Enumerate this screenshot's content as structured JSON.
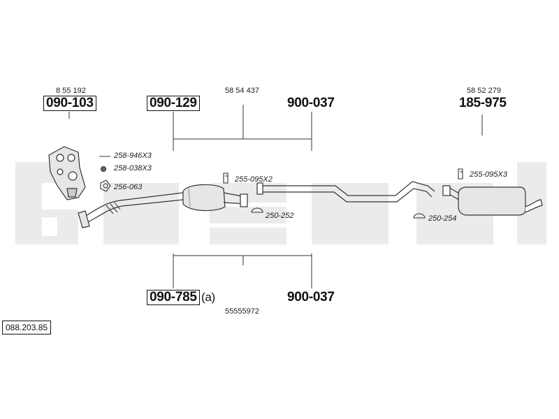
{
  "parts": {
    "manifold_number": "090-103",
    "manifold_oem": "8 55 192",
    "front_pipe_number": "090-129",
    "center_oem": "58 54 437",
    "middle_pipe_top_number": "900-037",
    "rear_number": "185-975",
    "rear_oem": "58 52 279",
    "catalyst_number": "090-785",
    "catalyst_suffix": "(a)",
    "middle_pipe_bottom_number": "900-037",
    "catalyst_oem": "55555972"
  },
  "accessories": {
    "a1": "258-946X3",
    "a2": "258-038X3",
    "a3": "256-063",
    "a4": "255-095X2",
    "a5": "250-252",
    "a6": "255-095X3",
    "a7": "250-254"
  },
  "diagram_code": "088.203.85",
  "watermark_text": "bosal",
  "colors": {
    "watermark": "#ebebeb",
    "line": "#333333",
    "part_fill": "#e6e6e6"
  }
}
